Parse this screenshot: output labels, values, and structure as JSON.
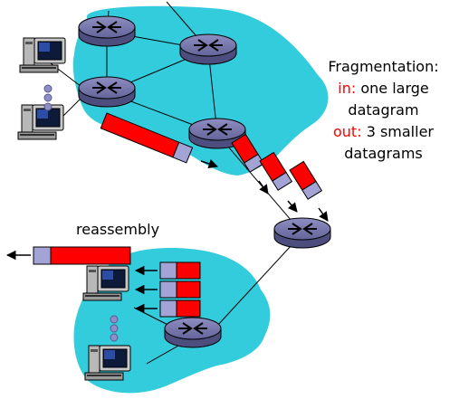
{
  "title": "Fragmentation:",
  "in_label": "in:",
  "in_text": "one large",
  "in_text2": "datagram",
  "out_label": "out:",
  "out_text": "3 smaller",
  "out_text2": "datagrams",
  "reassembly_label": "reassembly",
  "colors": {
    "network_fill": "#33ccdd",
    "router_fill": "#6b6b9e",
    "datagram_payload": "#ff0000",
    "datagram_header": "#a3a3d6"
  },
  "icons": [
    "router-icon",
    "host-computer-icon",
    "datagram-icon",
    "arrow-icon"
  ]
}
